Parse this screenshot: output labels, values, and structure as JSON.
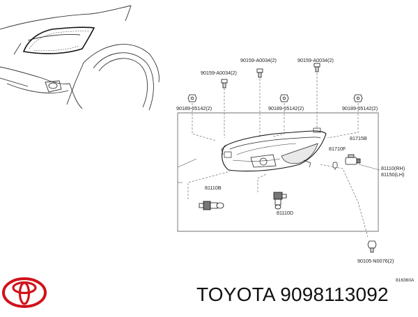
{
  "diagram": {
    "code": "816360A",
    "callouts": {
      "screw_top_left": "90159-A0034(2)",
      "screw_top_mid": "90159-A0034(2)",
      "screw_top_right": "90159-A0034(2)",
      "nut_left": "90189-05142(2)",
      "nut_mid": "90189-05142(2)",
      "nut_right": "90189-05142(2)",
      "socket_upper": "81715B",
      "lamp_small": "81710F",
      "headlamp_rh": "81110(RH)",
      "headlamp_lh": "81150(LH)",
      "bulb_left": "81110B",
      "bulb_mid": "81110D",
      "bolt_bottom": "90105-N0076(2)"
    }
  },
  "brand": {
    "name": "TOYOTA",
    "part_number": "9098113092",
    "logo_color": "#d0121b"
  }
}
